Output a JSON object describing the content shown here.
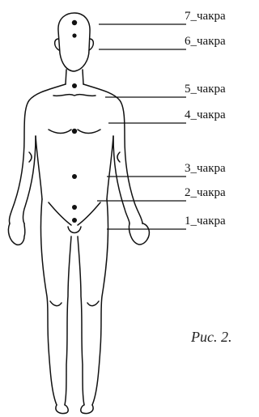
{
  "chakras": [
    {
      "label": "7_чакра"
    },
    {
      "label": "6_чакра"
    },
    {
      "label": "5_чакра"
    },
    {
      "label": "4_чакра"
    },
    {
      "label": "3_чакра"
    },
    {
      "label": "2_чакра"
    },
    {
      "label": "1_чакра"
    }
  ],
  "caption": "Рис. 2."
}
